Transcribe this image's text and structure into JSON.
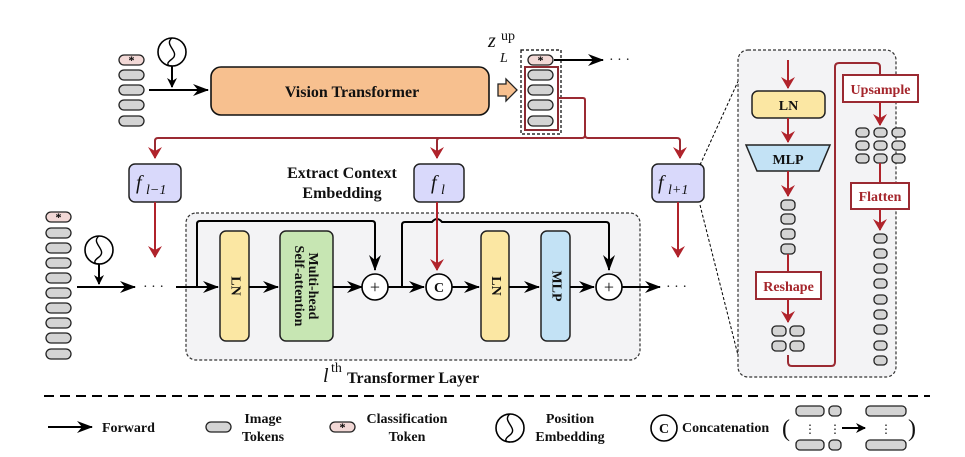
{
  "diagram": {
    "top": {
      "vit_label": "Vision Transformer",
      "output_symbol": "z",
      "output_superscript": "up",
      "output_subscript": "L",
      "ellipsis": "· · ·"
    },
    "context": {
      "title_line1": "Extract Context",
      "title_line2": "Embedding",
      "f_prev": {
        "base": "f",
        "sub": "l−1"
      },
      "f_curr": {
        "base": "f",
        "sub": "l"
      },
      "f_next": {
        "base": "f",
        "sub": "l+1"
      }
    },
    "layer": {
      "ln1": "LN",
      "mhsa_line1": "Multi-head",
      "mhsa_line2": "Self-attention",
      "add_symbol": "+",
      "concat_symbol": "C",
      "ln2": "LN",
      "mlp": "MLP",
      "caption_l": "l",
      "caption_sup": "th",
      "caption_text": "Transformer Layer",
      "ellipsis": "· · ·"
    },
    "detail": {
      "ln": "LN",
      "mlp": "MLP",
      "reshape": "Reshape",
      "upsample": "Upsample",
      "flatten": "Flatten"
    },
    "legend": {
      "forward": "Forward",
      "image_tokens_1": "Image",
      "image_tokens_2": "Tokens",
      "cls_1": "Classification",
      "cls_2": "Token",
      "pos_1": "Position",
      "pos_2": "Embedding",
      "concat_symbol": "C",
      "concat": "Concatenation",
      "open_paren": "(",
      "close_paren": ")",
      "vdots": "⋮"
    },
    "colors": {
      "vit_fill": "#f7c08f",
      "f_fill": "#d9d9fb",
      "ln_fill": "#fbe7a3",
      "mhsa_fill": "#c7e6b3",
      "mlp_fill": "#c3e2f5",
      "accent_red": "#b0232b",
      "token_fill": "#d4d4d4",
      "cls_fill": "#f2d8d6"
    }
  }
}
